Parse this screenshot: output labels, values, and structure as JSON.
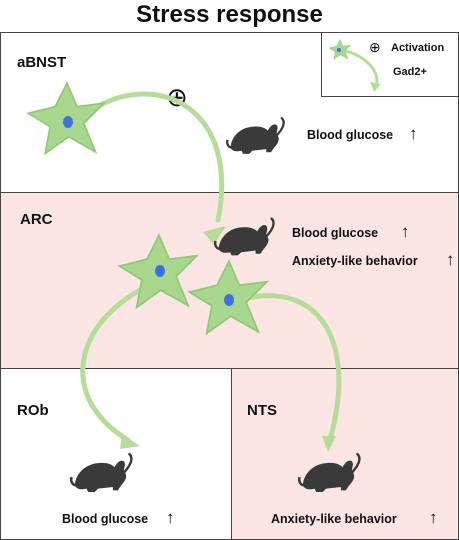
{
  "title": "Stress response",
  "regions": {
    "abnst": "aBNST",
    "arc": "ARC",
    "rob": "ROb",
    "nts": "NTS"
  },
  "legend": {
    "activation": "Activation",
    "cell_type": "Gad2+",
    "symbol": "⊕"
  },
  "effects": {
    "abnst_glucose": "Blood glucose",
    "arc_glucose": "Blood glucose",
    "arc_anxiety": "Anxiety-like behavior",
    "rob_glucose": "Blood glucose",
    "nts_anxiety": "Anxiety-like behavior"
  },
  "symbols": {
    "activation": "⊕",
    "increase": "↑"
  },
  "colors": {
    "neuron_fill": "#a8d88e",
    "neuron_stroke": "#8fc975",
    "nucleus": "#3f6ee8",
    "arrow": "#b6dc9a",
    "mouse": "#3a3a3a",
    "pink_panel": "#fbe6e4"
  }
}
